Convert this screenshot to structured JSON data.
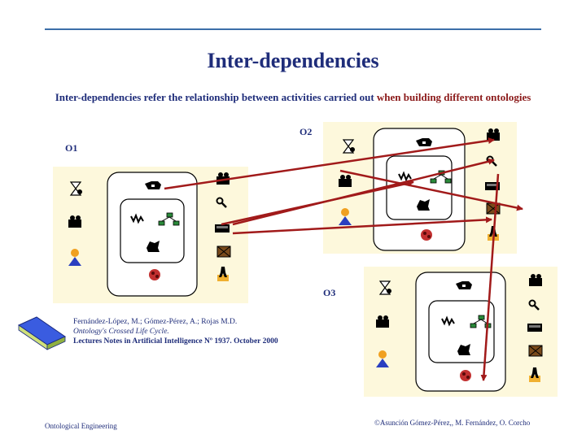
{
  "title": "Inter-dependencies",
  "subtitle_main": "Inter-dependencies refer the relationship between activities carried out ",
  "subtitle_highlight": "when building different ontologies",
  "ontologies": {
    "o1": "O1",
    "o2": "O2",
    "o3": "O3"
  },
  "reference": {
    "authors": "Fernández-López, M.; Gómez-Pérez, A.; Rojas M.D.",
    "paper_title": "Ontology's Crossed Life Cycle.",
    "venue": "Lectures Notes in Artificial Intelligence Nº 1937. October 2000"
  },
  "footer": {
    "left": "Ontological Engineering",
    "right": "©Asunción Gómez-Pérez,, M. Fernández, O. Corcho"
  },
  "colors": {
    "panel_bg": "#fdf8dc",
    "arrow": "#a11a1a",
    "text": "#1f2d7a",
    "topline": "#3b6ea8"
  }
}
